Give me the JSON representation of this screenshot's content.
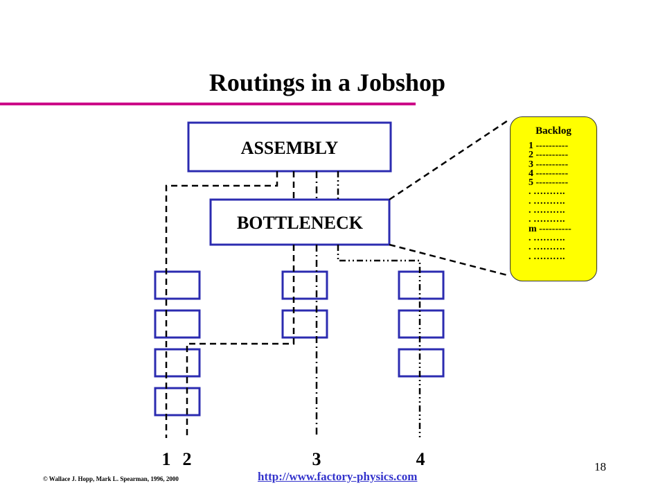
{
  "title": "Routings in a Jobshop",
  "assembly_label": "ASSEMBLY",
  "bottleneck_label": "BOTTLENECK",
  "routes": [
    "1",
    "2",
    "3",
    "4"
  ],
  "backlog": {
    "title": "Backlog",
    "items": [
      "1 ----------",
      "2 ----------",
      "3 ----------",
      "4 ----------",
      "5 ----------",
      ".  ……….",
      ".  ……….",
      ".  ……….",
      ".  ……….",
      "m ----------",
      ".  ……….",
      ".  ……….",
      ".  ………."
    ]
  },
  "page_number": "18",
  "copyright": "© Wallace J. Hopp, Mark L. Spearman, 1996, 2000",
  "url": "http://www.factory-physics.com",
  "colors": {
    "box_stroke": "#2b2bb0",
    "title_rule": "#cc0088",
    "backlog_fill": "#ffff00",
    "link": "#3333cc"
  }
}
